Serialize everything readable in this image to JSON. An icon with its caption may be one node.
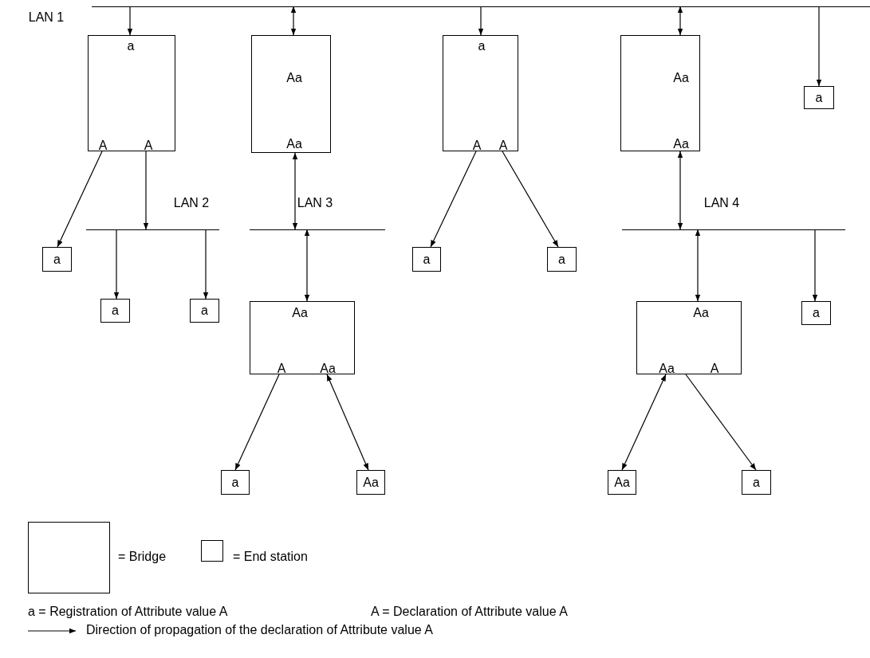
{
  "diagram": {
    "nodes": [
      {
        "text": [
          "LAN 1"
        ]
      },
      {
        "text": [
          "a",
          "A",
          "A"
        ]
      },
      {
        "text": [
          "Aa",
          "Aa"
        ]
      },
      {
        "text": [
          "a",
          "A",
          "A"
        ]
      },
      {
        "text": [
          "Aa",
          "Aa"
        ]
      },
      {
        "text": [
          "a"
        ]
      },
      {
        "text": [
          "LAN 2"
        ]
      },
      {
        "text": [
          "LAN 3"
        ]
      },
      {
        "text": [
          "LAN 4"
        ]
      },
      {
        "text": [
          "a"
        ]
      },
      {
        "text": [
          "a"
        ]
      },
      {
        "text": [
          "a"
        ]
      },
      {
        "text": [
          "a"
        ]
      },
      {
        "text": [
          "a"
        ]
      },
      {
        "text": [
          "Aa",
          "A",
          "Aa"
        ]
      },
      {
        "text": [
          "a"
        ]
      },
      {
        "text": [
          "Aa",
          "Aa",
          "A"
        ]
      },
      {
        "text": [
          "a"
        ]
      },
      {
        "text": [
          "Aa"
        ]
      },
      {
        "text": [
          "Aa"
        ]
      },
      {
        "text": [
          "a"
        ]
      }
    ],
    "edges": [
      {
        "from": 0,
        "to": 1,
        "arrow": "to"
      },
      {
        "from": 0,
        "to": 2,
        "arrow": "both"
      },
      {
        "from": 0,
        "to": 3,
        "arrow": "to"
      },
      {
        "from": 0,
        "to": 4,
        "arrow": "both"
      },
      {
        "from": 0,
        "to": 5,
        "arrow": "to"
      },
      {
        "from": 1,
        "to": 9,
        "arrow": "to"
      },
      {
        "from": 1,
        "to": 6,
        "arrow": "to"
      },
      {
        "from": 6,
        "to": 10,
        "arrow": "to"
      },
      {
        "from": 6,
        "to": 11,
        "arrow": "to"
      },
      {
        "from": 2,
        "to": 7,
        "arrow": "both"
      },
      {
        "from": 7,
        "to": 14,
        "arrow": "both"
      },
      {
        "from": 3,
        "to": 12,
        "arrow": "to"
      },
      {
        "from": 3,
        "to": 13,
        "arrow": "to"
      },
      {
        "from": 4,
        "to": 8,
        "arrow": "both"
      },
      {
        "from": 8,
        "to": 16,
        "arrow": "both"
      },
      {
        "from": 8,
        "to": 15,
        "arrow": "to"
      },
      {
        "from": 14,
        "to": 17,
        "arrow": "to"
      },
      {
        "from": 14,
        "to": 18,
        "arrow": "both"
      },
      {
        "from": 16,
        "to": 19,
        "arrow": "both"
      },
      {
        "from": 16,
        "to": 20,
        "arrow": "to"
      }
    ],
    "labels": [
      "a = Registration of Attribute value A",
      "A = Declaration of Attribute value A"
    ],
    "legend": [
      {
        "text": "= Bridge"
      },
      {
        "text": "= End station"
      },
      {
        "text": "Direction of propagation of the declaration of Attribute value A"
      }
    ]
  }
}
